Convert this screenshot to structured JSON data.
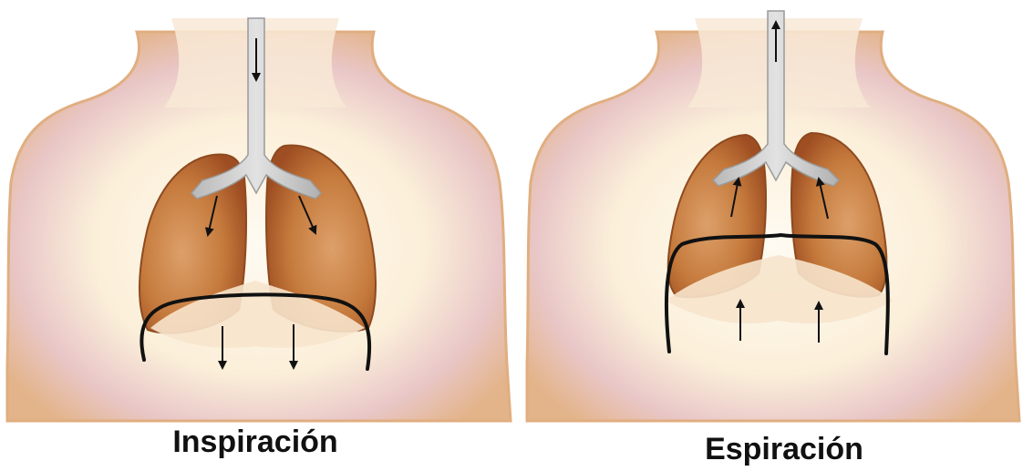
{
  "panels": [
    {
      "id": "inspiration",
      "caption": "Inspiración"
    },
    {
      "id": "expiration",
      "caption": "Espiración"
    }
  ],
  "colors": {
    "skin": "#E9BE92",
    "skin_light": "#FBF1DF",
    "skin_shadow": "#D7B0C6",
    "lung": "#B9662E",
    "lung_light": "#D9955A",
    "trachea": "#C9C9C9",
    "diaphragm": "#111111",
    "arrow": "#111111"
  }
}
